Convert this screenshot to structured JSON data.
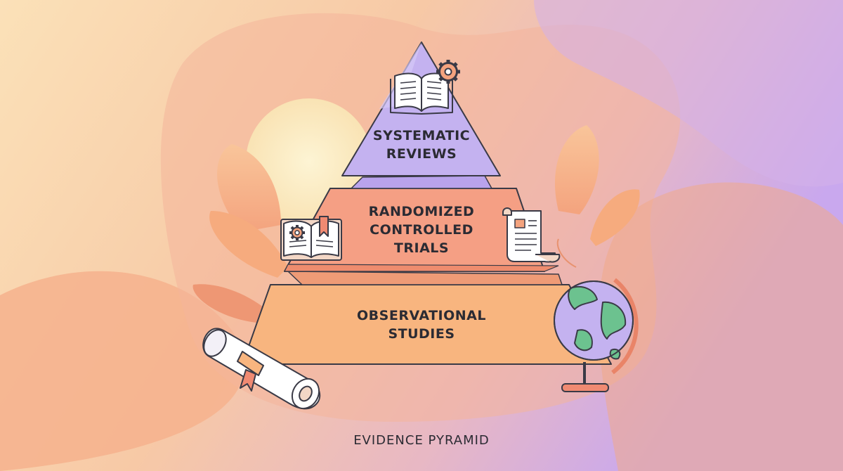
{
  "diagram": {
    "caption": "EVIDENCE PYRAMID",
    "tiers": [
      {
        "lines": [
          "SYSTEMATIC",
          "REVIEWS"
        ],
        "color": "#c4b2f0",
        "shade": "#a996e3"
      },
      {
        "lines": [
          "RANDOMIZED",
          "CONTROLLED",
          "TRIALS"
        ],
        "color": "#f59f84",
        "shade": "#e98468"
      },
      {
        "lines": [
          "OBSERVATIONAL",
          "STUDIES"
        ],
        "color": "#f8b57f",
        "shade": "#ee9e64"
      }
    ],
    "icons": [
      "open-book-gear-icon",
      "book-bookmark-gear-icon",
      "scroll-document-icon",
      "globe-icon",
      "rolled-diploma-icon",
      "leaf-plant-icon"
    ]
  }
}
